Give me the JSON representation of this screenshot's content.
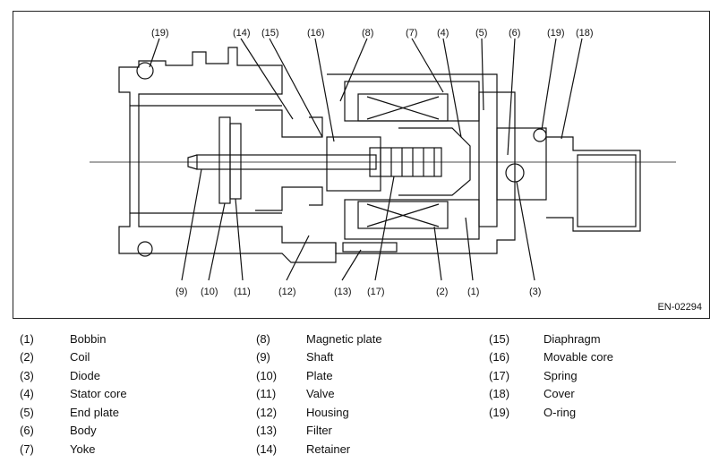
{
  "diagram": {
    "reference_code": "EN-02294",
    "callouts_top": [
      "(19)",
      "(14)",
      "(15)",
      "(16)",
      "(8)",
      "(7)",
      "(4)",
      "(5)",
      "(6)",
      "(19)",
      "(18)"
    ],
    "callouts_bottom": [
      "(9)",
      "(10)",
      "(11)",
      "(12)",
      "(13)",
      "(17)",
      "(2)",
      "(1)",
      "(3)"
    ]
  },
  "legend": {
    "columns": [
      [
        {
          "num": "(1)",
          "label": "Bobbin"
        },
        {
          "num": "(2)",
          "label": "Coil"
        },
        {
          "num": "(3)",
          "label": "Diode"
        },
        {
          "num": "(4)",
          "label": "Stator core"
        },
        {
          "num": "(5)",
          "label": "End plate"
        },
        {
          "num": "(6)",
          "label": "Body"
        },
        {
          "num": "(7)",
          "label": "Yoke"
        }
      ],
      [
        {
          "num": "(8)",
          "label": "Magnetic plate"
        },
        {
          "num": "(9)",
          "label": "Shaft"
        },
        {
          "num": "(10)",
          "label": "Plate"
        },
        {
          "num": "(11)",
          "label": "Valve"
        },
        {
          "num": "(12)",
          "label": "Housing"
        },
        {
          "num": "(13)",
          "label": "Filter"
        },
        {
          "num": "(14)",
          "label": "Retainer"
        }
      ],
      [
        {
          "num": "(15)",
          "label": "Diaphragm"
        },
        {
          "num": "(16)",
          "label": "Movable core"
        },
        {
          "num": "(17)",
          "label": "Spring"
        },
        {
          "num": "(18)",
          "label": "Cover"
        },
        {
          "num": "(19)",
          "label": "O-ring"
        }
      ]
    ]
  }
}
